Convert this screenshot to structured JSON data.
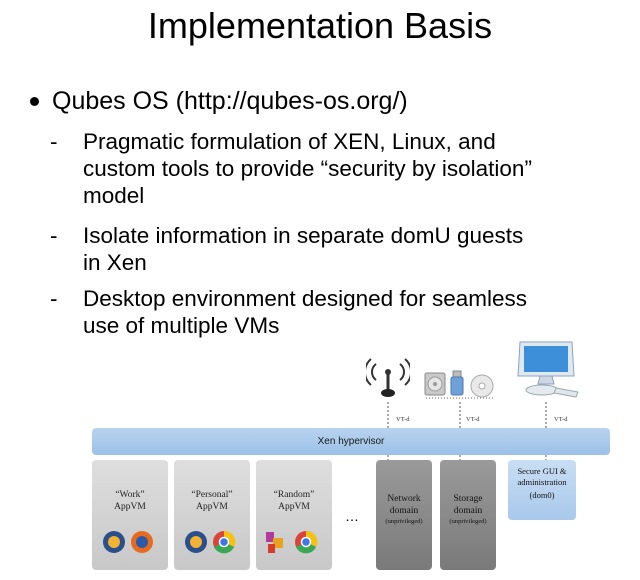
{
  "slide": {
    "title": "Implementation Basis",
    "bullet": "Qubes OS (http://qubes-os.org/)",
    "subs": [
      {
        "dash": "-",
        "lines": [
          "Pragmatic formulation of XEN, Linux, and",
          "custom tools to provide “security by isolation”",
          "model"
        ]
      },
      {
        "dash": "-",
        "lines": [
          "Isolate information in separate domU guests",
          "in Xen"
        ]
      },
      {
        "dash": "-",
        "lines": [
          "Desktop environment designed for seamless",
          "use of multiple VMs"
        ]
      }
    ]
  },
  "diagram": {
    "hypervisor": "Xen hypervisor",
    "vms": [
      {
        "line1": "“Work”",
        "line2": "AppVM"
      },
      {
        "line1": "“Personal”",
        "line2": "AppVM"
      },
      {
        "line1": "“Random”",
        "line2": "AppVM"
      }
    ],
    "ellipsis": "…",
    "network": {
      "line1": "Network",
      "line2": "domain",
      "line3": "(unprivileged)"
    },
    "storage": {
      "line1": "Storage",
      "line2": "domain",
      "line3": "(unprivileged)"
    },
    "gui": {
      "line1": "Secure GUI &",
      "line2": "administration",
      "line3": "(dom0)"
    },
    "vtd": "VT-d",
    "icons": [
      "wifi-antenna-icon",
      "hard-disk-icon",
      "usb-drive-icon",
      "cd-disc-icon",
      "monitor-icon",
      "thunderbird-icon",
      "firefox-icon",
      "chrome-icon",
      "apps-icon"
    ],
    "colors": {
      "hypervisor": "#9cc0e8",
      "appvm": "#d0d0d0",
      "service": "#8a8a8a",
      "gui": "#b3cfee"
    }
  }
}
